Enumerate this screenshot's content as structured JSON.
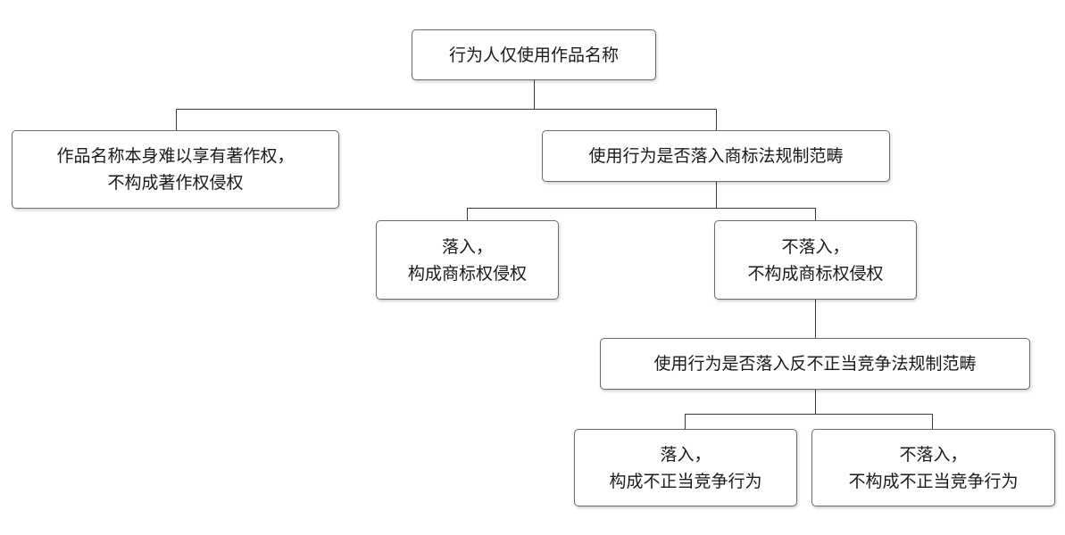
{
  "diagram": {
    "root": {
      "lines": [
        "行为人仅使用作品名称"
      ]
    },
    "copyright": {
      "lines": [
        "作品名称本身难以享有著作权，",
        "不构成著作权侵权"
      ]
    },
    "trademark_question": {
      "lines": [
        "使用行为是否落入商标法规制范畴"
      ]
    },
    "trademark_yes": {
      "lines": [
        "落入，",
        "构成商标权侵权"
      ]
    },
    "trademark_no": {
      "lines": [
        "不落入，",
        "不构成商标权侵权"
      ]
    },
    "competition_question": {
      "lines": [
        "使用行为是否落入反不正当竞争法规制范畴"
      ]
    },
    "competition_yes": {
      "lines": [
        "落入，",
        "构成不正当竞争行为"
      ]
    },
    "competition_no": {
      "lines": [
        "不落入，",
        "不构成不正当竞争行为"
      ]
    }
  }
}
